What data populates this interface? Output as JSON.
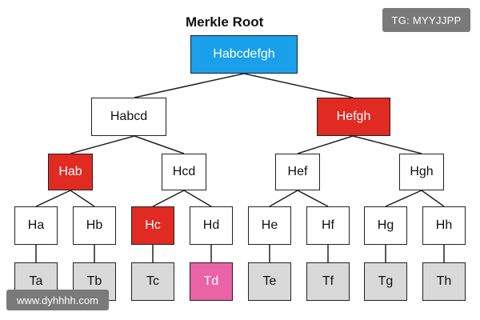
{
  "title": "Merkle Root",
  "root": {
    "label": "Habcdefgh",
    "fill": "#1aa0ea"
  },
  "level1": [
    {
      "label": "Habcd",
      "fill": "#ffffff"
    },
    {
      "label": "Hefgh",
      "fill": "#e02a22"
    }
  ],
  "level2": [
    {
      "label": "Hab",
      "fill": "#e02a22"
    },
    {
      "label": "Hcd",
      "fill": "#ffffff"
    },
    {
      "label": "Hef",
      "fill": "#ffffff"
    },
    {
      "label": "Hgh",
      "fill": "#ffffff"
    }
  ],
  "hashes": [
    {
      "label": "Ha",
      "fill": "#ffffff"
    },
    {
      "label": "Hb",
      "fill": "#ffffff"
    },
    {
      "label": "Hc",
      "fill": "#e02a22"
    },
    {
      "label": "Hd",
      "fill": "#ffffff"
    },
    {
      "label": "He",
      "fill": "#ffffff"
    },
    {
      "label": "Hf",
      "fill": "#ffffff"
    },
    {
      "label": "Hg",
      "fill": "#ffffff"
    },
    {
      "label": "Hh",
      "fill": "#ffffff"
    }
  ],
  "transactions": [
    {
      "label": "Ta",
      "fill": "#d9d9d9"
    },
    {
      "label": "Tb",
      "fill": "#d9d9d9"
    },
    {
      "label": "Tc",
      "fill": "#d9d9d9"
    },
    {
      "label": "Td",
      "fill": "#ea63a6"
    },
    {
      "label": "Te",
      "fill": "#d9d9d9"
    },
    {
      "label": "Tf",
      "fill": "#d9d9d9"
    },
    {
      "label": "Tg",
      "fill": "#d9d9d9"
    },
    {
      "label": "Th",
      "fill": "#d9d9d9"
    }
  ],
  "watermarks": {
    "telegram": "TG: MYYJJPP",
    "site": "www.dyhhhh.com"
  }
}
